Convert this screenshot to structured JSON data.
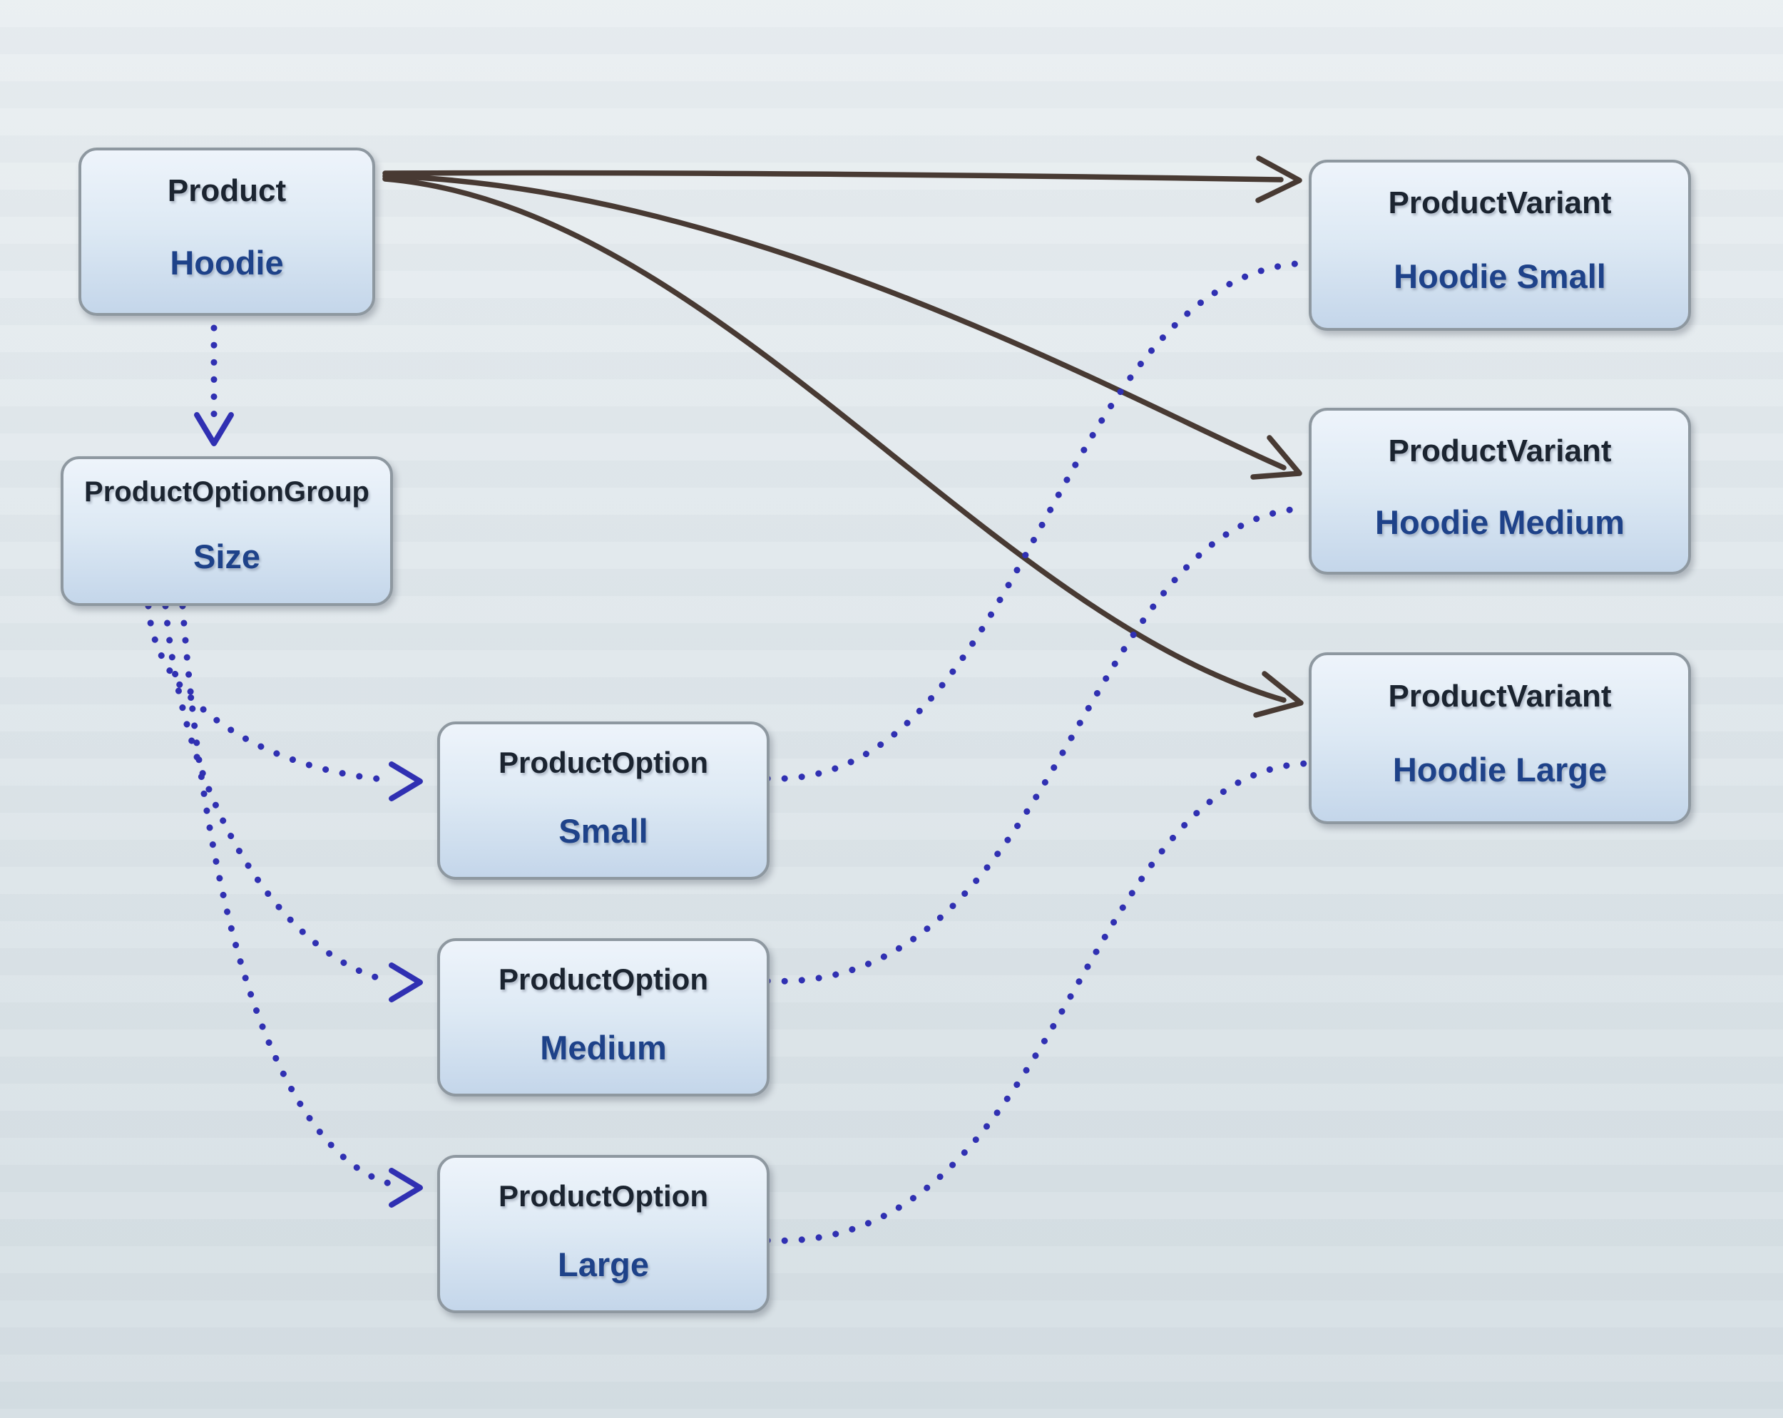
{
  "diagram": {
    "nodes": {
      "product": {
        "type": "Product",
        "label": "Hoodie"
      },
      "option_group": {
        "type": "ProductOptionGroup",
        "label": "Size"
      },
      "option_small": {
        "type": "ProductOption",
        "label": "Small"
      },
      "option_medium": {
        "type": "ProductOption",
        "label": "Medium"
      },
      "option_large": {
        "type": "ProductOption",
        "label": "Large"
      },
      "variant_small": {
        "type": "ProductVariant",
        "label": "Hoodie Small"
      },
      "variant_medium": {
        "type": "ProductVariant",
        "label": "Hoodie Medium"
      },
      "variant_large": {
        "type": "ProductVariant",
        "label": "Hoodie Large"
      }
    },
    "edges": [
      {
        "from": "product",
        "to": "variant_small",
        "style": "solid"
      },
      {
        "from": "product",
        "to": "variant_medium",
        "style": "solid"
      },
      {
        "from": "product",
        "to": "variant_large",
        "style": "solid"
      },
      {
        "from": "product",
        "to": "option_group",
        "style": "dotted"
      },
      {
        "from": "option_group",
        "to": "option_small",
        "style": "dotted"
      },
      {
        "from": "option_group",
        "to": "option_medium",
        "style": "dotted"
      },
      {
        "from": "option_group",
        "to": "option_large",
        "style": "dotted"
      },
      {
        "from": "option_small",
        "to": "variant_small",
        "style": "dotted"
      },
      {
        "from": "option_medium",
        "to": "variant_medium",
        "style": "dotted"
      },
      {
        "from": "option_large",
        "to": "variant_large",
        "style": "dotted"
      }
    ],
    "colors": {
      "solid_arrow": "#483a33",
      "dotted_arrow": "#3030b2",
      "node_border": "#8e98a0",
      "node_title": "#1b2430",
      "node_label": "#1e4289",
      "node_fill_top": "#eef4fb",
      "node_fill_bottom": "#c4d6ea",
      "background_top": "#eaeff2",
      "background_bottom": "#d6dfe4"
    }
  }
}
